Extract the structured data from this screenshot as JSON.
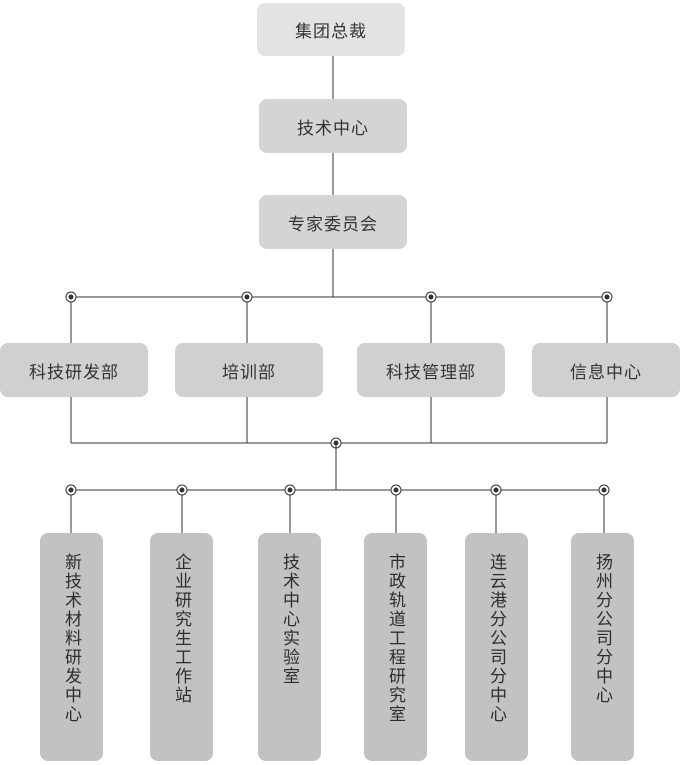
{
  "diagram": {
    "top": {
      "ceo": "集团总裁",
      "tech_center": "技术中心",
      "experts": "专家委员会"
    },
    "departments": [
      {
        "id": "rnd",
        "label": "科技研发部"
      },
      {
        "id": "training",
        "label": "培训部"
      },
      {
        "id": "tech-mgmt",
        "label": "科技管理部"
      },
      {
        "id": "info",
        "label": "信息中心"
      }
    ],
    "units": [
      {
        "id": "new-materials",
        "label": "新技术材料研发中心"
      },
      {
        "id": "enterprise-station",
        "label": "企业研究生工作站"
      },
      {
        "id": "tech-lab",
        "label": "技术中心实验室"
      },
      {
        "id": "municipal-rail",
        "label": "市政轨道工程研究室"
      },
      {
        "id": "lianyungang",
        "label": "连云港分公司分中心"
      },
      {
        "id": "yangzhou",
        "label": "扬州分公司分中心"
      }
    ],
    "colors": {
      "line": "#333333",
      "box_top": "#e3e3e3",
      "box_mid": "#d4d4d4",
      "box_dept": "#d0d0d0",
      "box_unit": "#bdbdbd"
    }
  }
}
